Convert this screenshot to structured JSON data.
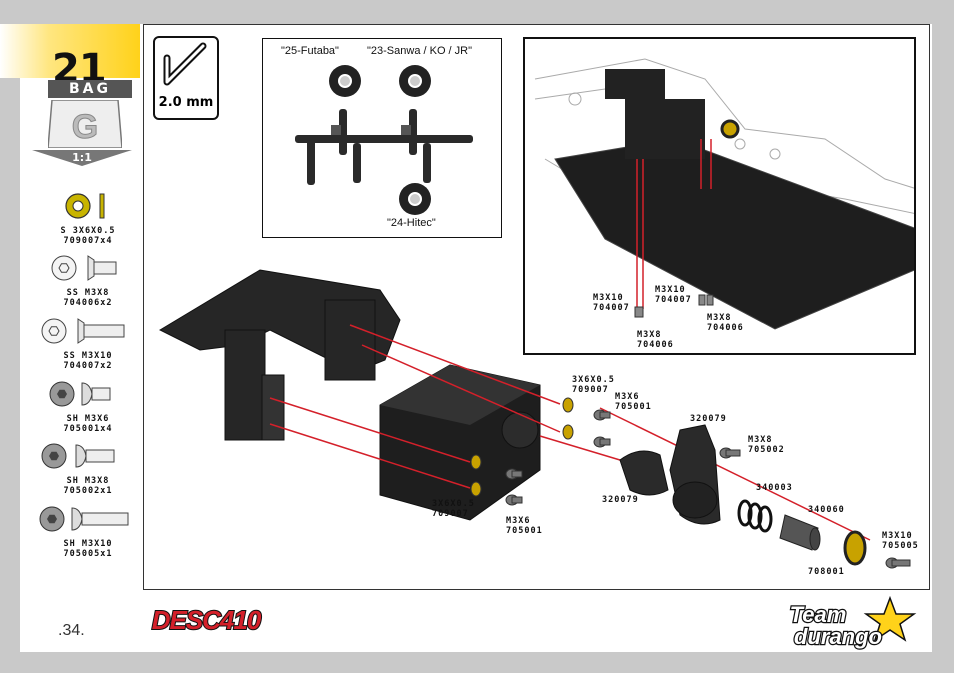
{
  "step": {
    "number": "21",
    "bag_label": "BAG",
    "bag_letter": "G",
    "scale": "1:1"
  },
  "tool": {
    "label": "2.0 mm",
    "icon": "hex-key-icon"
  },
  "parts": [
    {
      "name": "S 3X6X0.5",
      "code": "709007x4",
      "icon": "washer-icon"
    },
    {
      "name": "SS M3X8",
      "code": "704006x2",
      "icon": "countersunk-screw-icon"
    },
    {
      "name": "SS M3X10",
      "code": "704007x2",
      "icon": "countersunk-screw-icon"
    },
    {
      "name": "SH M3X6",
      "code": "705001x4",
      "icon": "button-head-screw-icon"
    },
    {
      "name": "SH M3X8",
      "code": "705002x1",
      "icon": "button-head-screw-icon"
    },
    {
      "name": "SH M3X10",
      "code": "705005x1",
      "icon": "button-head-screw-icon"
    }
  ],
  "spline": {
    "futaba": "\"25-Futaba\"",
    "sanwa": "\"23-Sanwa / KO / JR\"",
    "hitec": "\"24-Hitec\""
  },
  "inset_callouts": [
    {
      "name": "M3X10",
      "code": "704007"
    },
    {
      "name": "M3X10",
      "code": "704007"
    },
    {
      "name": "M3X8",
      "code": "704006"
    },
    {
      "name": "M3X8",
      "code": "704006"
    }
  ],
  "callouts": {
    "washer_top": {
      "name": "3X6X0.5",
      "code": "709007"
    },
    "screw_top": {
      "name": "M3X6",
      "code": "705001"
    },
    "servo_arm_top": {
      "code": "320079"
    },
    "screw_m3x8": {
      "name": "M3X8",
      "code": "705002"
    },
    "spring": {
      "code": "340003"
    },
    "sleeve": {
      "code": "340060"
    },
    "screw_m3x10": {
      "name": "M3X10",
      "code": "705005"
    },
    "collar": {
      "code": "708001"
    },
    "servo_arm_bottom": {
      "code": "320079"
    },
    "washer_bottom": {
      "name": "3X6X0.5",
      "code": "709007"
    },
    "screw_bottom": {
      "name": "M3X6",
      "code": "705001"
    }
  },
  "page_number": ".34.",
  "logos": {
    "product": "DESC410",
    "brand_line1": "Team",
    "brand_line2": "durango"
  },
  "colors": {
    "accent": "#ffd21a",
    "guide_line": "#d4202a",
    "brass": "#c8a200"
  }
}
